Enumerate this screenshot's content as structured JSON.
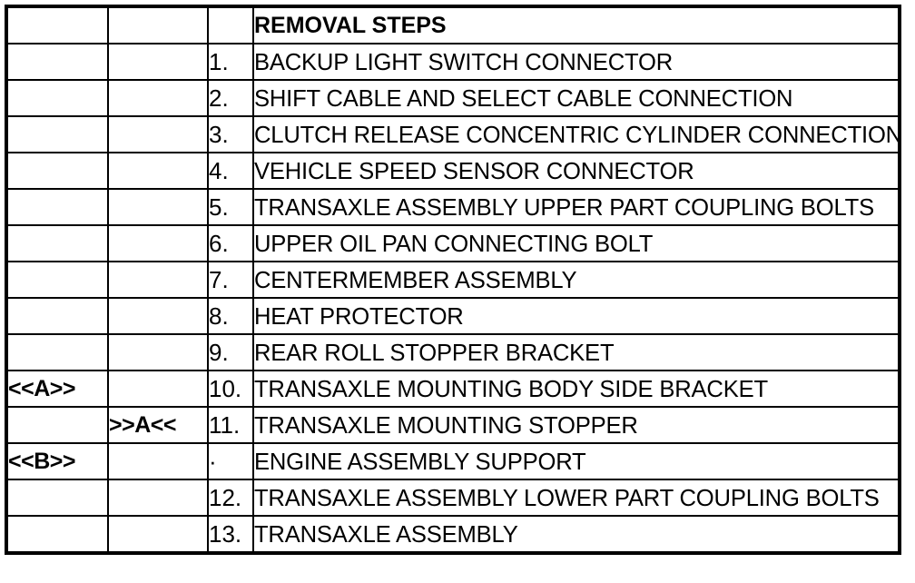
{
  "document": {
    "title": "REMOVAL STEPS",
    "background_color": "#ffffff",
    "line_color": "#000000"
  },
  "table": {
    "columns": [
      {
        "key": "mark_a",
        "header": ""
      },
      {
        "key": "mark_b",
        "header": ""
      },
      {
        "key": "number",
        "header": ""
      },
      {
        "key": "description",
        "header": "REMOVAL STEPS"
      }
    ],
    "rows": [
      {
        "mark_a": "",
        "mark_b": "",
        "number": "",
        "description": "REMOVAL STEPS"
      },
      {
        "mark_a": "",
        "mark_b": "",
        "number": "1.",
        "description": "BACKUP LIGHT SWITCH CONNECTOR"
      },
      {
        "mark_a": "",
        "mark_b": "",
        "number": "2.",
        "description": "SHIFT CABLE AND SELECT CABLE CONNECTION"
      },
      {
        "mark_a": "",
        "mark_b": "",
        "number": "3.",
        "description": "CLUTCH RELEASE CONCENTRIC CYLINDER CONNECTION"
      },
      {
        "mark_a": "",
        "mark_b": "",
        "number": "4.",
        "description": "VEHICLE SPEED SENSOR CONNECTOR"
      },
      {
        "mark_a": "",
        "mark_b": "",
        "number": "5.",
        "description": "TRANSAXLE ASSEMBLY UPPER PART COUPLING BOLTS"
      },
      {
        "mark_a": "",
        "mark_b": "",
        "number": "6.",
        "description": "UPPER OIL PAN CONNECTING BOLT"
      },
      {
        "mark_a": "",
        "mark_b": "",
        "number": "7.",
        "description": "CENTERMEMBER ASSEMBLY"
      },
      {
        "mark_a": "",
        "mark_b": "",
        "number": "8.",
        "description": "HEAT PROTECTOR"
      },
      {
        "mark_a": "",
        "mark_b": "",
        "number": "9.",
        "description": "REAR ROLL STOPPER BRACKET"
      },
      {
        "mark_a": "<<A>>",
        "mark_b": "",
        "number": "10.",
        "description": "TRANSAXLE MOUNTING BODY SIDE BRACKET"
      },
      {
        "mark_a": "",
        "mark_b": ">>A<<",
        "number": "11.",
        "description": "TRANSAXLE MOUNTING STOPPER"
      },
      {
        "mark_a": "<<B>>",
        "mark_b": "",
        "number": "·",
        "description": "ENGINE ASSEMBLY SUPPORT"
      },
      {
        "mark_a": "",
        "mark_b": "",
        "number": "12.",
        "description": "TRANSAXLE ASSEMBLY LOWER PART COUPLING BOLTS"
      },
      {
        "mark_a": "",
        "mark_b": "",
        "number": "13.",
        "description": "TRANSAXLE ASSEMBLY"
      }
    ]
  }
}
